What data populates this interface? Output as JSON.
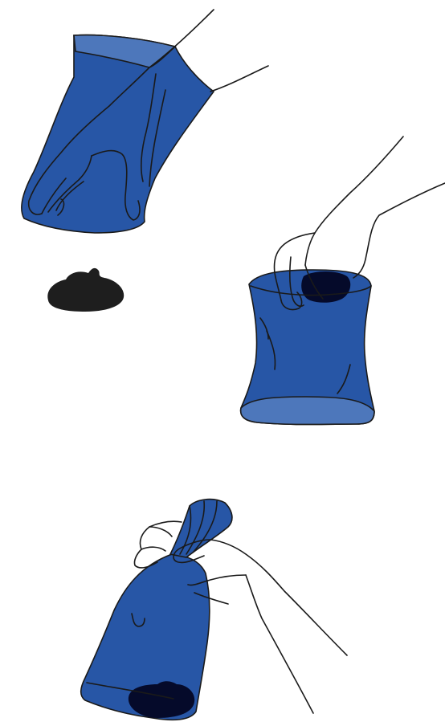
{
  "illustration": {
    "steps": [
      {
        "name": "step-1-hand-in-bag"
      },
      {
        "name": "step-2-bag-turned-over"
      },
      {
        "name": "step-3-bag-tied"
      }
    ],
    "colors": {
      "bag_main": "#2756a6",
      "bag_light": "#4d77bb",
      "bag_inner": "#3a66b3",
      "waste": "#1e1e1e",
      "waste_in_bag": "#050a2a",
      "outline": "#1a1a1a",
      "skin": "#ffffff"
    }
  }
}
